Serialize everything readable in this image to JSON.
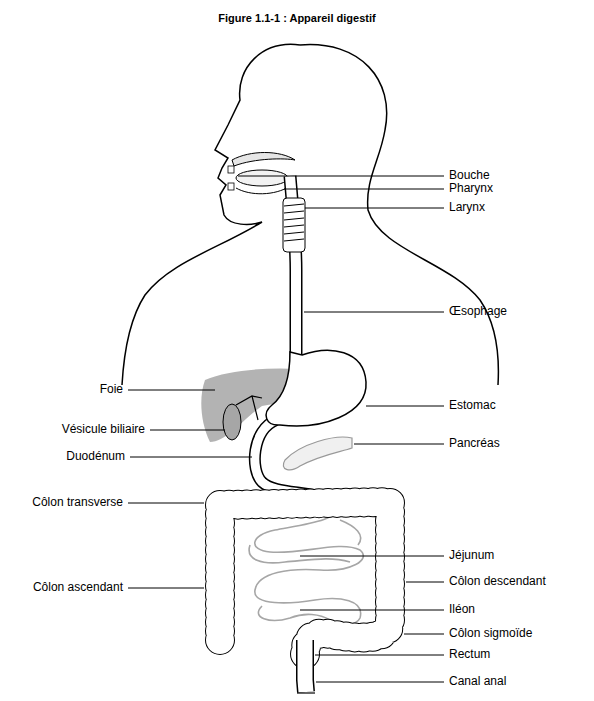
{
  "diagram": {
    "title": "Figure 1.1-1 : Appareil digestif",
    "labels": [
      "Bouche",
      "Pharynx",
      "Larynx",
      "Œsophage",
      "Foie",
      "Estomac",
      "Vésicule biliaire",
      "Pancréas",
      "Duodénum",
      "Côlon transverse",
      "Jéjunum",
      "Côlon descendant",
      "Côlon ascendant",
      "Iléon",
      "Côlon sigmoïde",
      "Rectum",
      "Canal anal"
    ]
  }
}
